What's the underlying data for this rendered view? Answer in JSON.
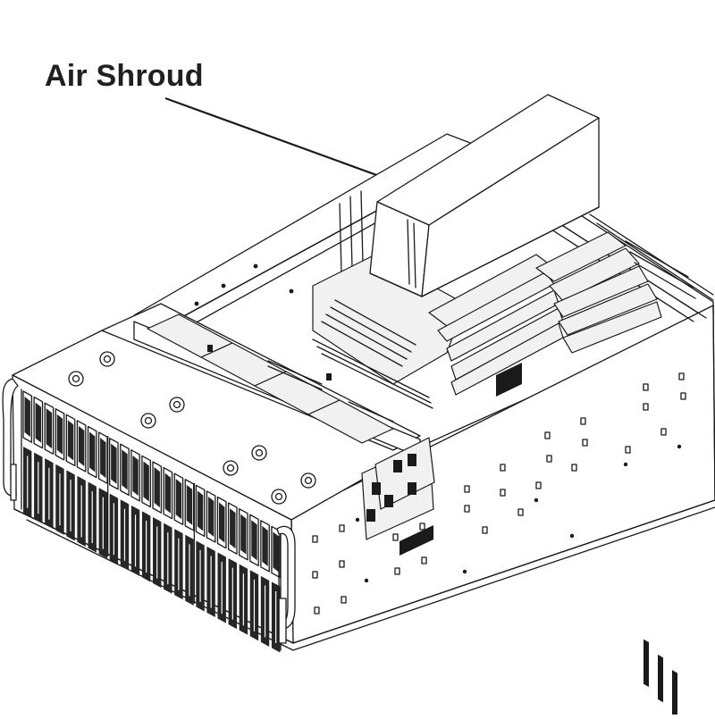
{
  "figure": {
    "callout": {
      "label": "Air Shroud",
      "target": "air-shroud"
    },
    "components": [
      "air-shroud",
      "chassis",
      "front-drive-bays",
      "rack-handle-left",
      "rack-handle-right",
      "fan-bar",
      "dimm-modules",
      "rear-io-panel"
    ]
  }
}
